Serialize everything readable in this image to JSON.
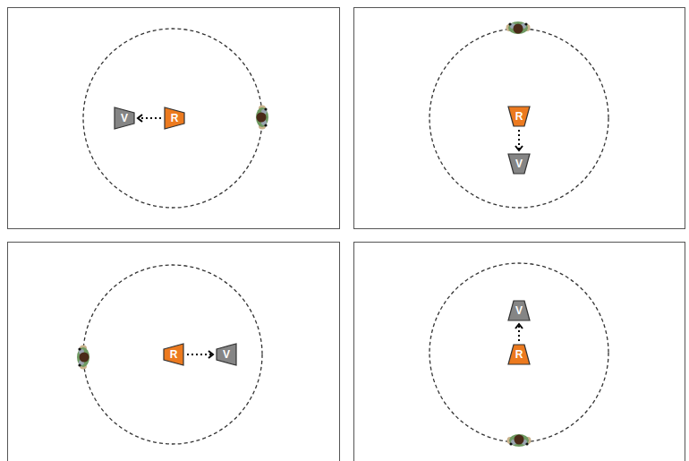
{
  "diagram": {
    "nodes": [
      {
        "text": [
          "V"
        ]
      },
      {
        "text": [
          "R"
        ]
      },
      {
        "text": [
          "R"
        ]
      },
      {
        "text": [
          "V"
        ]
      },
      {
        "text": [
          "R"
        ]
      },
      {
        "text": [
          "V"
        ]
      },
      {
        "text": [
          "V"
        ]
      },
      {
        "text": [
          "R"
        ]
      }
    ],
    "edges": [
      {
        "from": 1,
        "to": 0,
        "arrow": "to"
      },
      {
        "from": 2,
        "to": 3,
        "arrow": "to"
      },
      {
        "from": 4,
        "to": 5,
        "arrow": "to"
      },
      {
        "from": 7,
        "to": 6,
        "arrow": "to"
      }
    ]
  }
}
